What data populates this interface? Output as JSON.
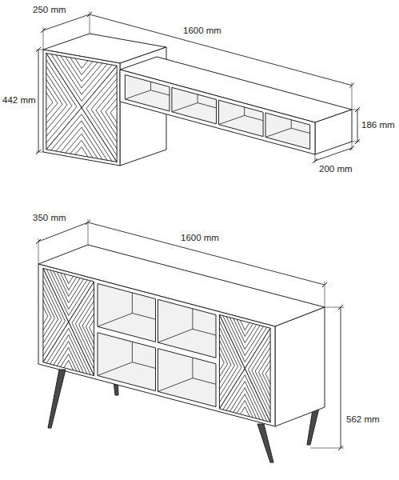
{
  "diagram": {
    "labels": [
      "250 mm",
      "1600 mm",
      "442 mm",
      "186 mm",
      "200 mm",
      "350 mm",
      "1600 mm",
      "562 mm"
    ]
  }
}
